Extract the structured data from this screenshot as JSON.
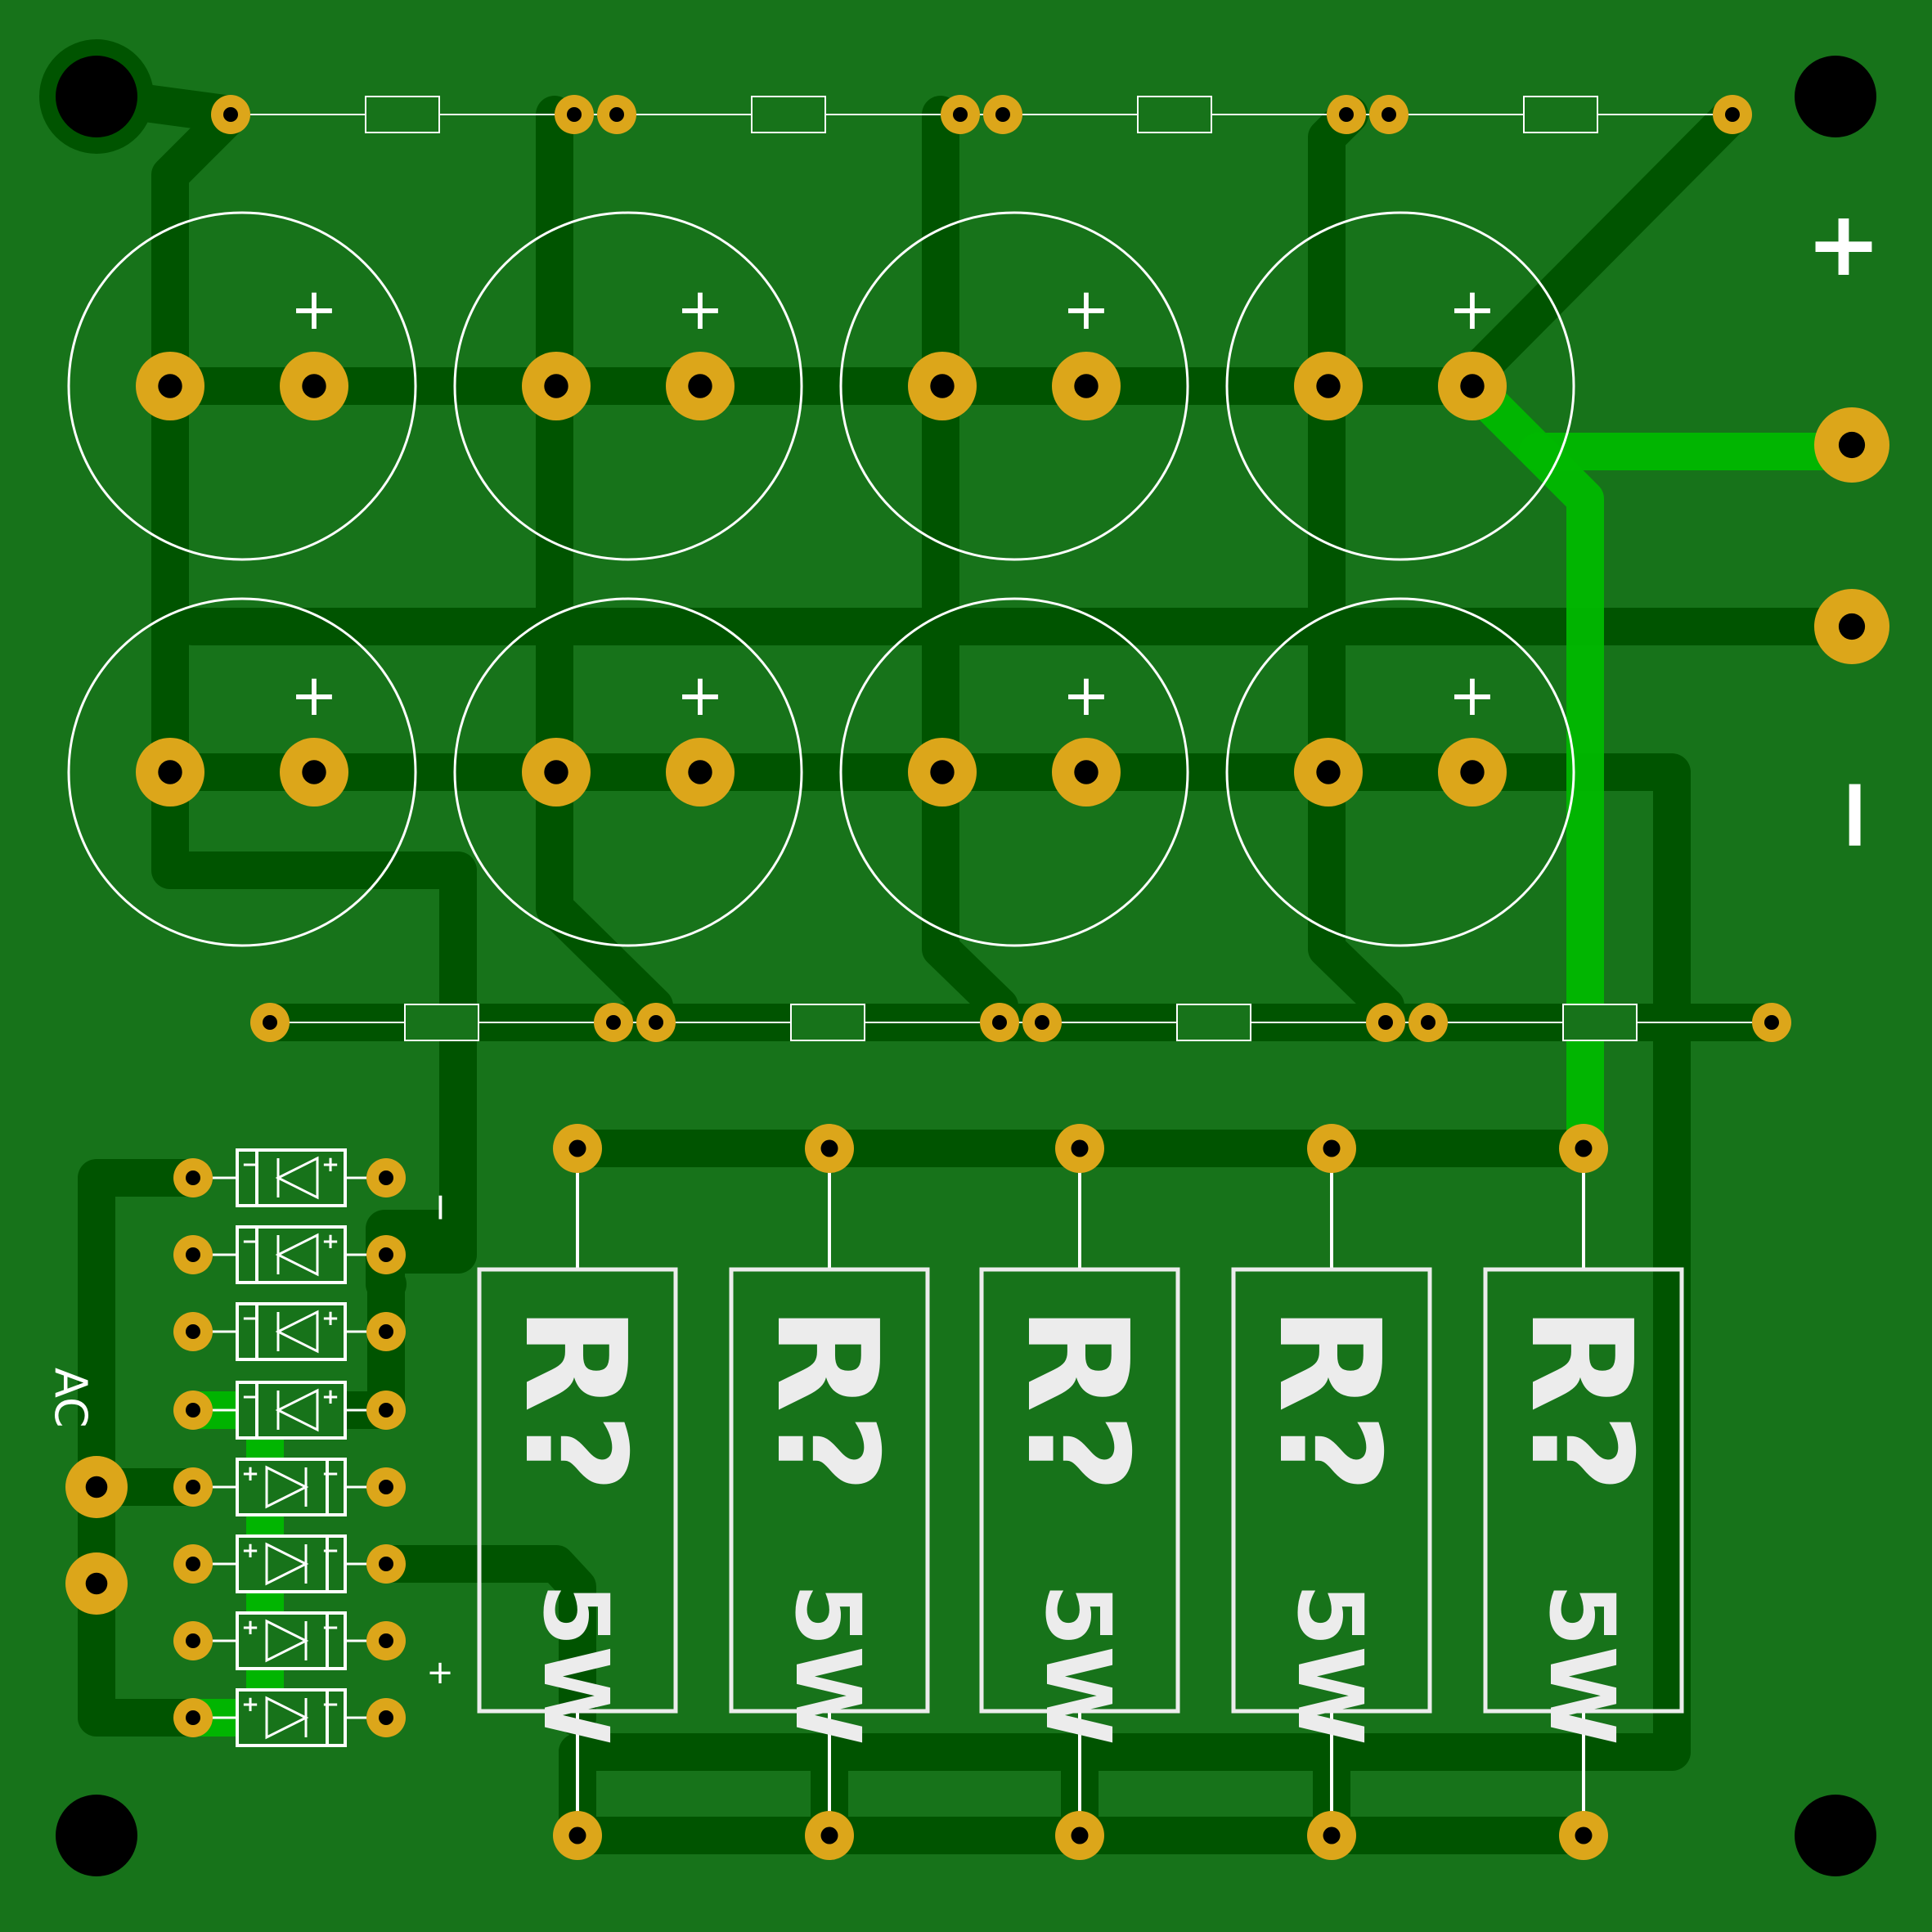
{
  "board": {
    "colors": {
      "substrate": "#17731a",
      "trace_dark": "#005400",
      "trace_highlight": "#00b800",
      "pad_copper": "#dca61a",
      "drill": "#000000",
      "silkscreen": "#ffffff",
      "silk_label": "#ececec"
    },
    "output_labels": {
      "positive": "+",
      "negative": "−"
    },
    "ac_input_label": "AC",
    "bridge_labels": {
      "negative": "−",
      "positive": "+"
    },
    "capacitor_polarity_mark": "+",
    "diode_marks": {
      "plus": "+",
      "minus": "−"
    },
    "power_resistors": [
      {
        "designator": "R?",
        "rating": "5W"
      },
      {
        "designator": "R?",
        "rating": "5W"
      },
      {
        "designator": "R?",
        "rating": "5W"
      },
      {
        "designator": "R?",
        "rating": "5W"
      },
      {
        "designator": "R?",
        "rating": "5W"
      }
    ],
    "counts": {
      "electrolytic_capacitors": 8,
      "bleeder_resistors": 8,
      "diodes": 8,
      "power_resistors": 5,
      "mounting_holes": 4
    }
  }
}
